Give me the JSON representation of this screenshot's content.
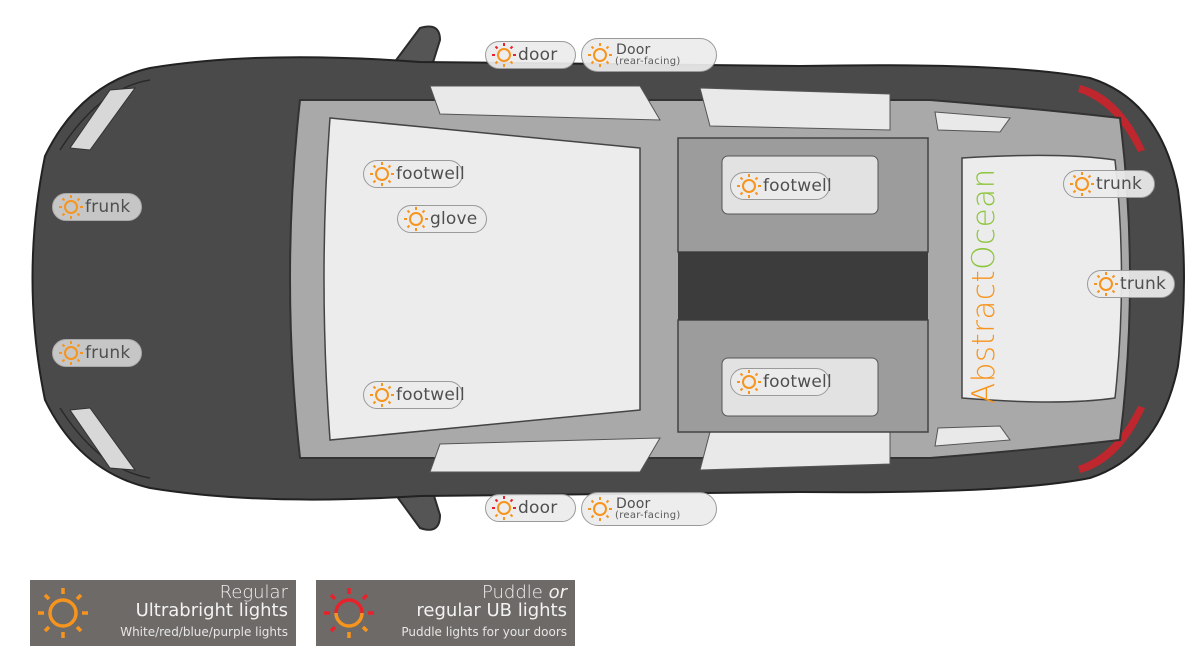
{
  "brand": {
    "word1": "Abstract",
    "word2": "Ocean",
    "color1": "#f7941d",
    "color2": "#8dc63f"
  },
  "colors": {
    "regular_light": "#f7941d",
    "puddle_light": "#e8222a",
    "legend_bg": "#6e6a68"
  },
  "icons": {
    "regular": "sun-icon",
    "puddle": "puddle-sun-icon"
  },
  "lights": {
    "frunk_upper": {
      "label": "frunk"
    },
    "frunk_lower": {
      "label": "frunk"
    },
    "footwell_driver": {
      "label": "footwell"
    },
    "glove": {
      "label": "glove"
    },
    "footwell_passenger": {
      "label": "footwell"
    },
    "footwell_rear_left": {
      "label": "footwell"
    },
    "footwell_rear_right": {
      "label": "footwell"
    },
    "trunk_upper": {
      "label": "trunk"
    },
    "trunk_lower": {
      "label": "trunk"
    },
    "door_front_top": {
      "label": "door"
    },
    "door_rear_top": {
      "label": "Door",
      "sub": "(rear-facing)"
    },
    "door_front_bottom": {
      "label": "door"
    },
    "door_rear_bottom": {
      "label": "Door",
      "sub": "(rear-facing)"
    }
  },
  "legend": {
    "regular": {
      "line1": "Regular",
      "line2": "Ultrabright lights",
      "line3": "White/red/blue/purple lights"
    },
    "puddle": {
      "line1": "Puddle",
      "line1_italic": "or",
      "line2": "regular UB lights",
      "line3": "Puddle lights for your doors"
    }
  }
}
